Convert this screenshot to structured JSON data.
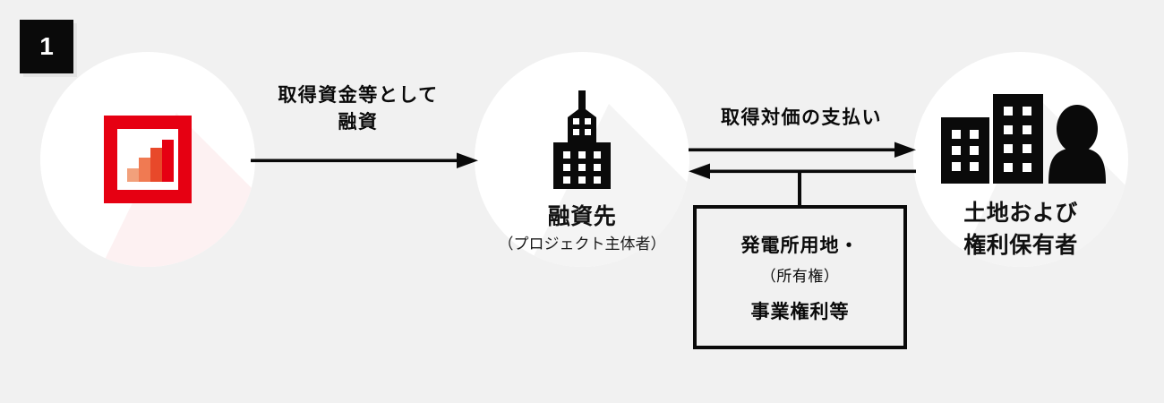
{
  "diagram": {
    "step_number": "1",
    "background_color": "#f1f1f1",
    "accent_color": "#e60012",
    "ink_color": "#0a0a0a",
    "nodes": [
      {
        "id": "lender",
        "icon": "bar-chart-framed-icon",
        "label_main": "",
        "label_sub": ""
      },
      {
        "id": "borrower",
        "icon": "skyscraper-icon",
        "label_main": "融資先",
        "label_sub": "（プロジェクト主体者）"
      },
      {
        "id": "rights-holder",
        "icon": "buildings-and-person-icon",
        "label_main": "土地および",
        "label_sub": "権利保有者"
      }
    ],
    "flows": [
      {
        "id": "loan",
        "label_line1": "取得資金等として",
        "label_line2": "融資",
        "direction": "right"
      },
      {
        "id": "payment",
        "label_line1": "取得対価の支払い",
        "direction": "right"
      },
      {
        "id": "transfer",
        "direction": "left"
      }
    ],
    "rights_box": {
      "line1": "発電所用地・",
      "line2": "（所有権）",
      "line3": "事業権利等"
    }
  }
}
